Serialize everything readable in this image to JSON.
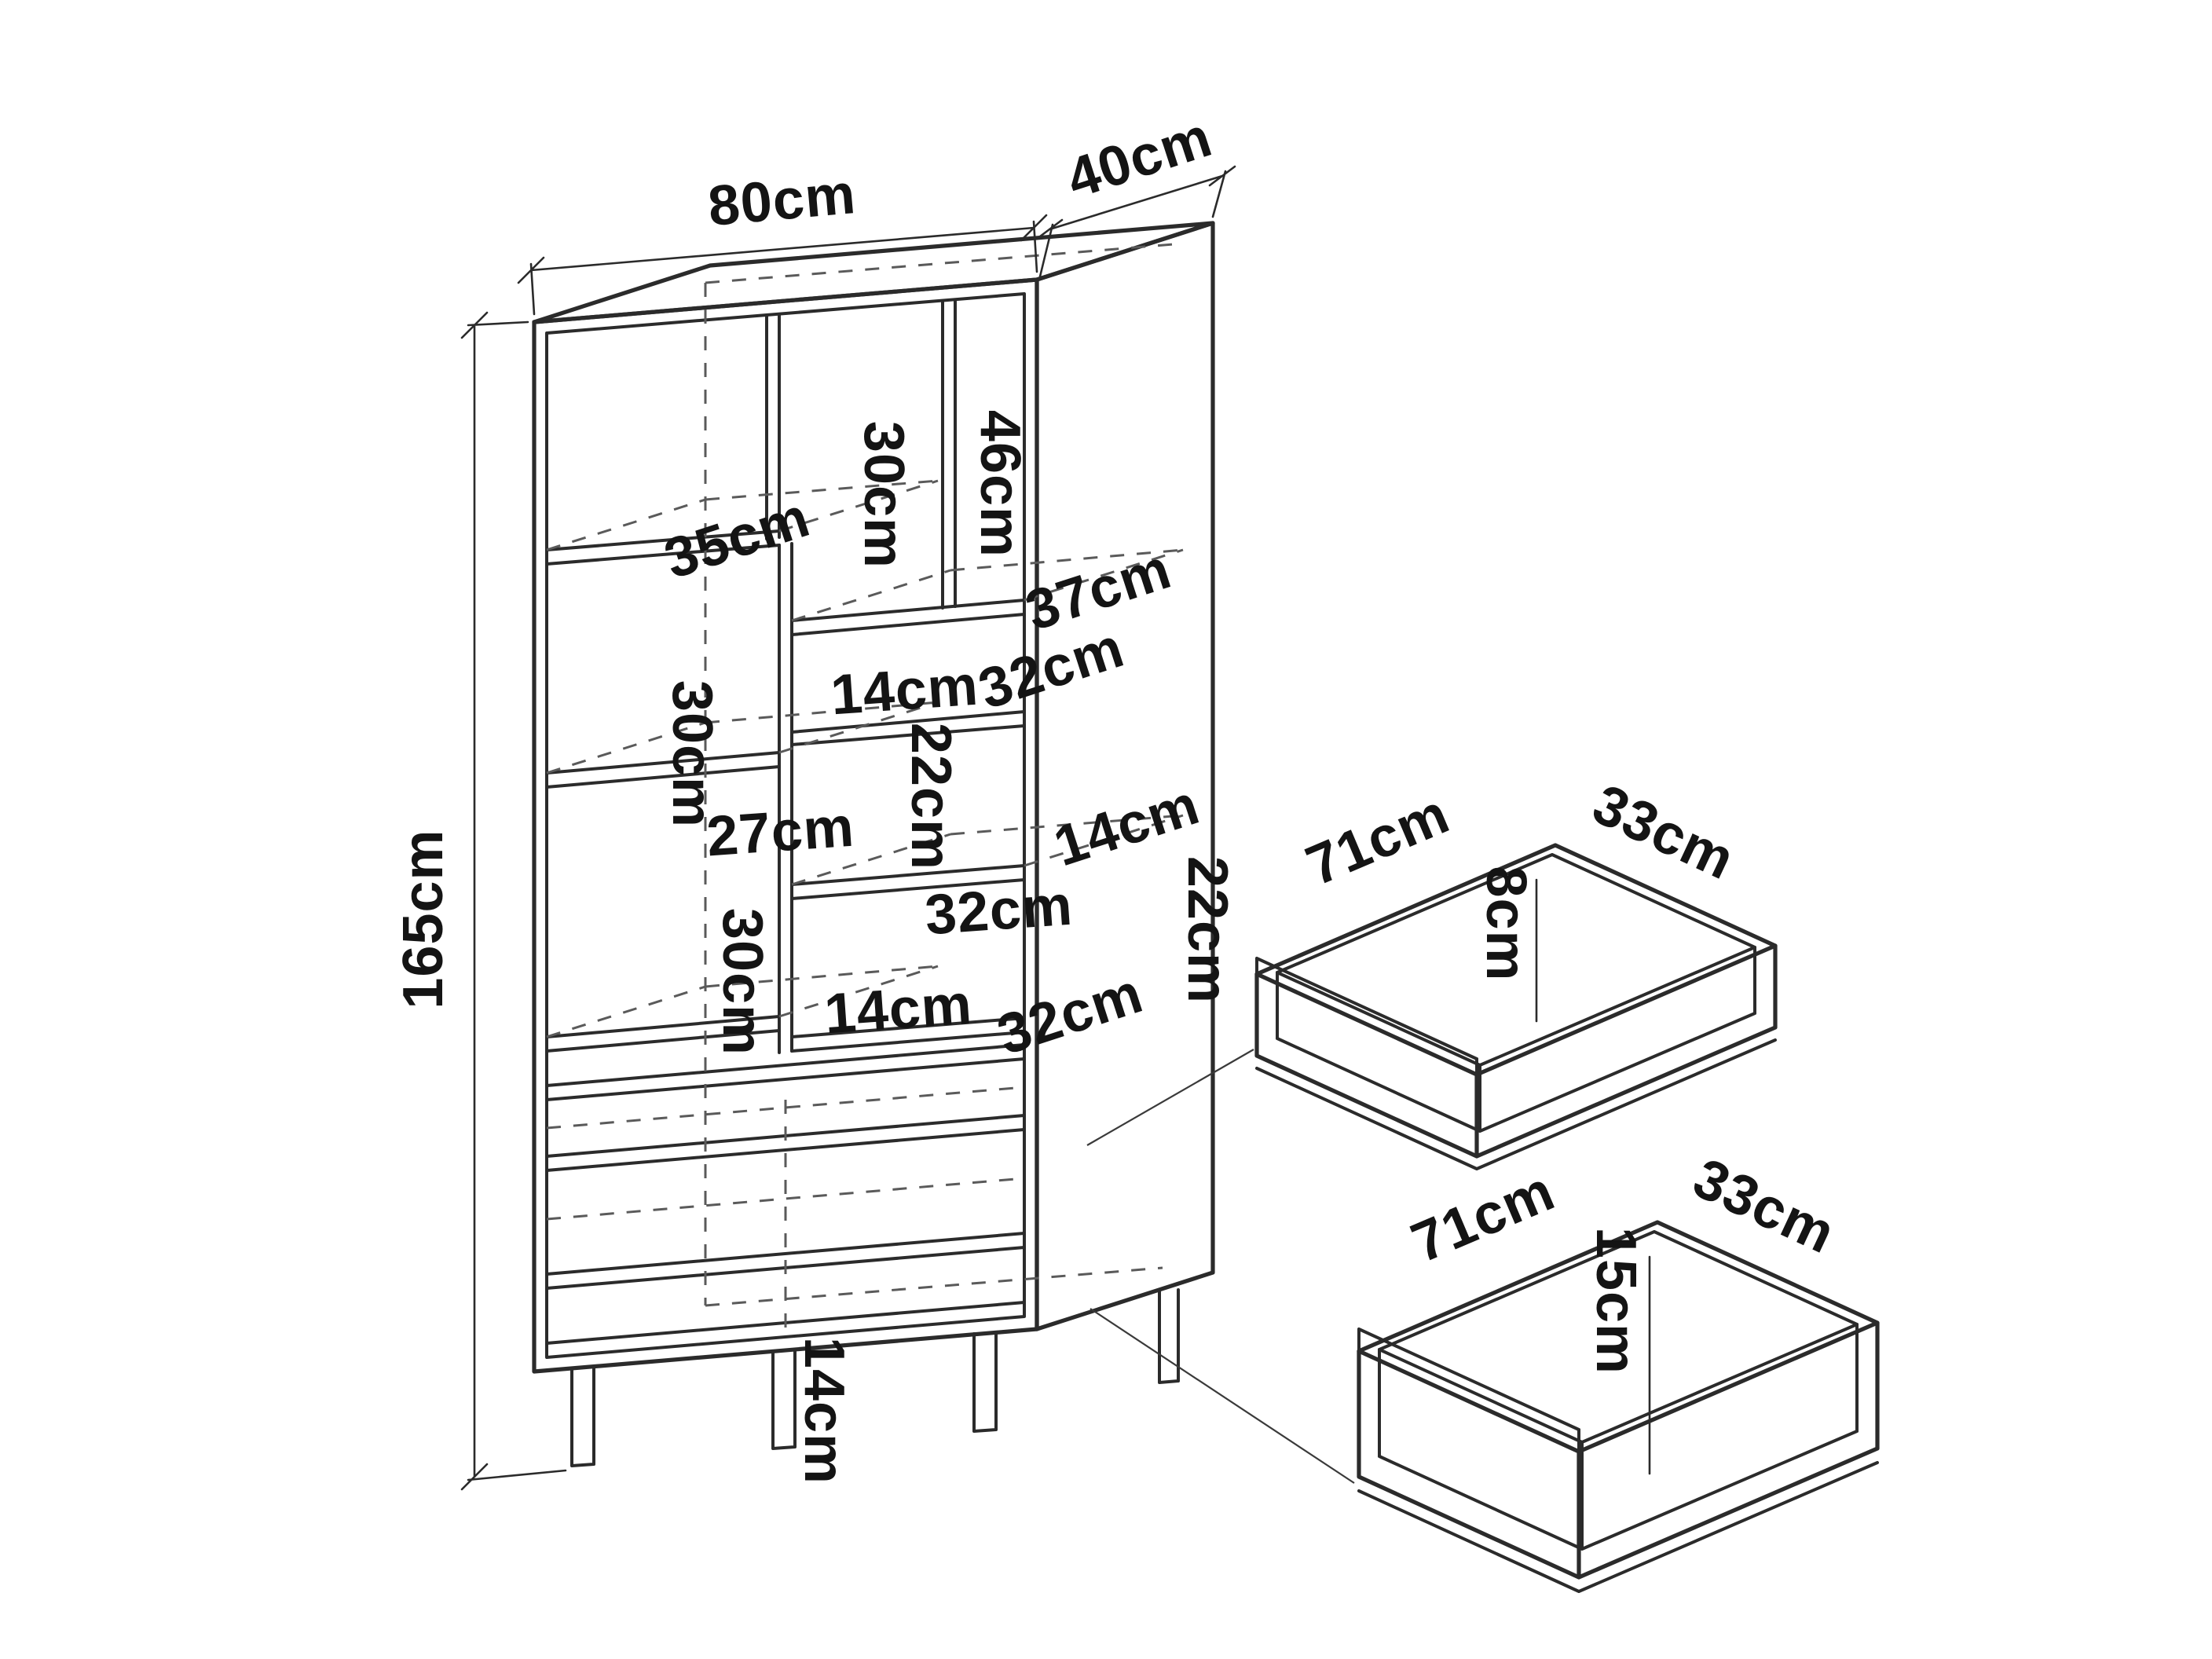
{
  "diagram": {
    "type": "furniture-assembly-dimension-drawing",
    "unit": "cm",
    "colors": {
      "line": "#2b2b2b",
      "hidden_line": "#5a5a5a",
      "text": "#141414",
      "background": "#ffffff"
    },
    "cabinet": {
      "overall": {
        "width": "80cm",
        "depth": "40cm",
        "height": "165cm"
      },
      "internal": {
        "top_left_shelf_width": "35cm",
        "top_middle_height": "30cm",
        "top_right_height": "46cm",
        "right_shelf_width": "37cm",
        "mid_row_height": "14cm",
        "mid_shelf_width": "32cm",
        "left_upper_height": "30cm",
        "mid_compartment_height": "22cm",
        "left_shelf_width": "27cm",
        "right_depth_width": "14cm",
        "left_lower_height": "30cm",
        "lower_shelf_width": "32cm",
        "right_lower_height": "22cm",
        "bottom_row_width": "14cm",
        "bottom_shelf_width": "32cm",
        "leg_height": "14cm"
      }
    },
    "drawer_small": {
      "width": "71cm",
      "depth": "33cm",
      "height": "8cm"
    },
    "drawer_large": {
      "width": "71cm",
      "depth": "33cm",
      "height": "15cm"
    }
  }
}
